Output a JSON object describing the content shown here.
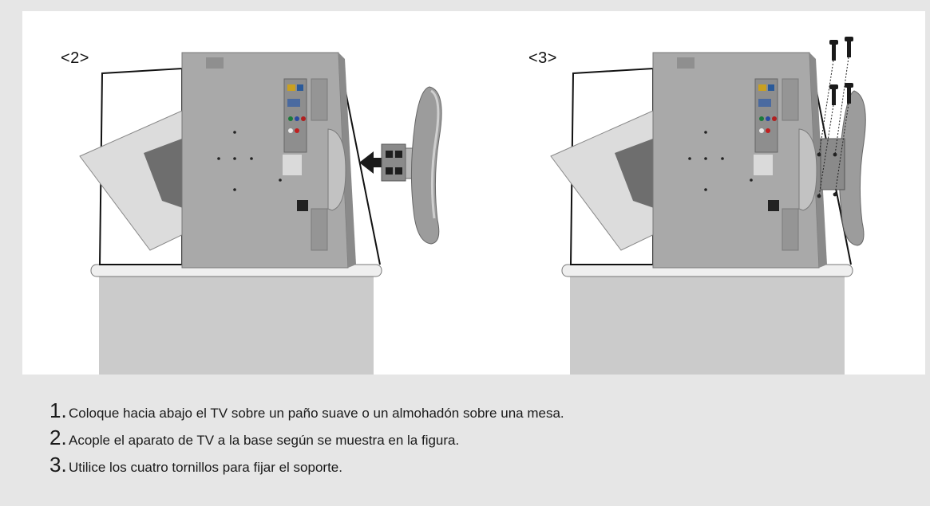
{
  "figures": [
    {
      "label": "<2>"
    },
    {
      "label": "<3>"
    }
  ],
  "instructions": [
    {
      "number": "1.",
      "text": "Coloque hacia abajo el TV sobre un paño suave o un almohadón sobre una mesa."
    },
    {
      "number": "2.",
      "text": "Acople el aparato de TV a la base según se muestra en la figura."
    },
    {
      "number": "3.",
      "text": "Utilice los cuatro tornillos para fijar el soporte."
    }
  ],
  "colors": {
    "background": "#e6e6e6",
    "panel": "#ffffff",
    "tv_body": "#a9a9a9",
    "table": "#cbcbcb"
  }
}
